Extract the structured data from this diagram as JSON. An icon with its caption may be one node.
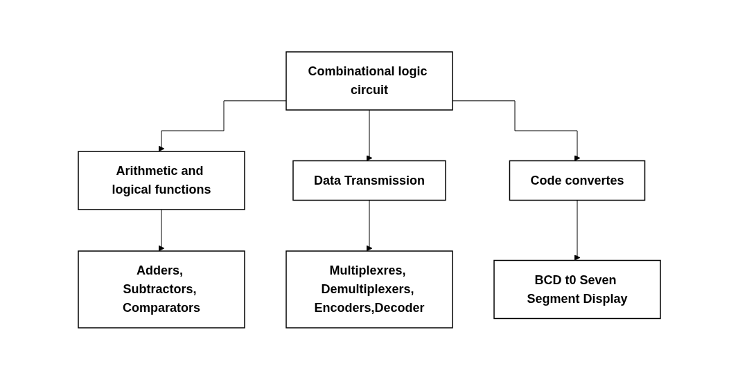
{
  "diagram": {
    "nodes": [
      {
        "text": [
          "Combinational logic circuit"
        ]
      },
      {
        "text": [
          "Arithmetic and logical functions"
        ]
      },
      {
        "text": [
          "Data Transmission"
        ]
      },
      {
        "text": [
          "Code convertes"
        ]
      },
      {
        "text": [
          "Adders, Subtractors, Comparators"
        ]
      },
      {
        "text": [
          "Multiplexres, Demultiplexers, Encoders,Decoder"
        ]
      },
      {
        "text": [
          "BCD t0 Seven Segment Display"
        ]
      }
    ],
    "edges": [
      {
        "from": 0,
        "to": 1,
        "arrow": "to"
      },
      {
        "from": 0,
        "to": 2,
        "arrow": "to"
      },
      {
        "from": 0,
        "to": 3,
        "arrow": "to"
      },
      {
        "from": 1,
        "to": 4,
        "arrow": "to"
      },
      {
        "from": 2,
        "to": 5,
        "arrow": "to"
      },
      {
        "from": 3,
        "to": 6,
        "arrow": "to"
      }
    ]
  }
}
